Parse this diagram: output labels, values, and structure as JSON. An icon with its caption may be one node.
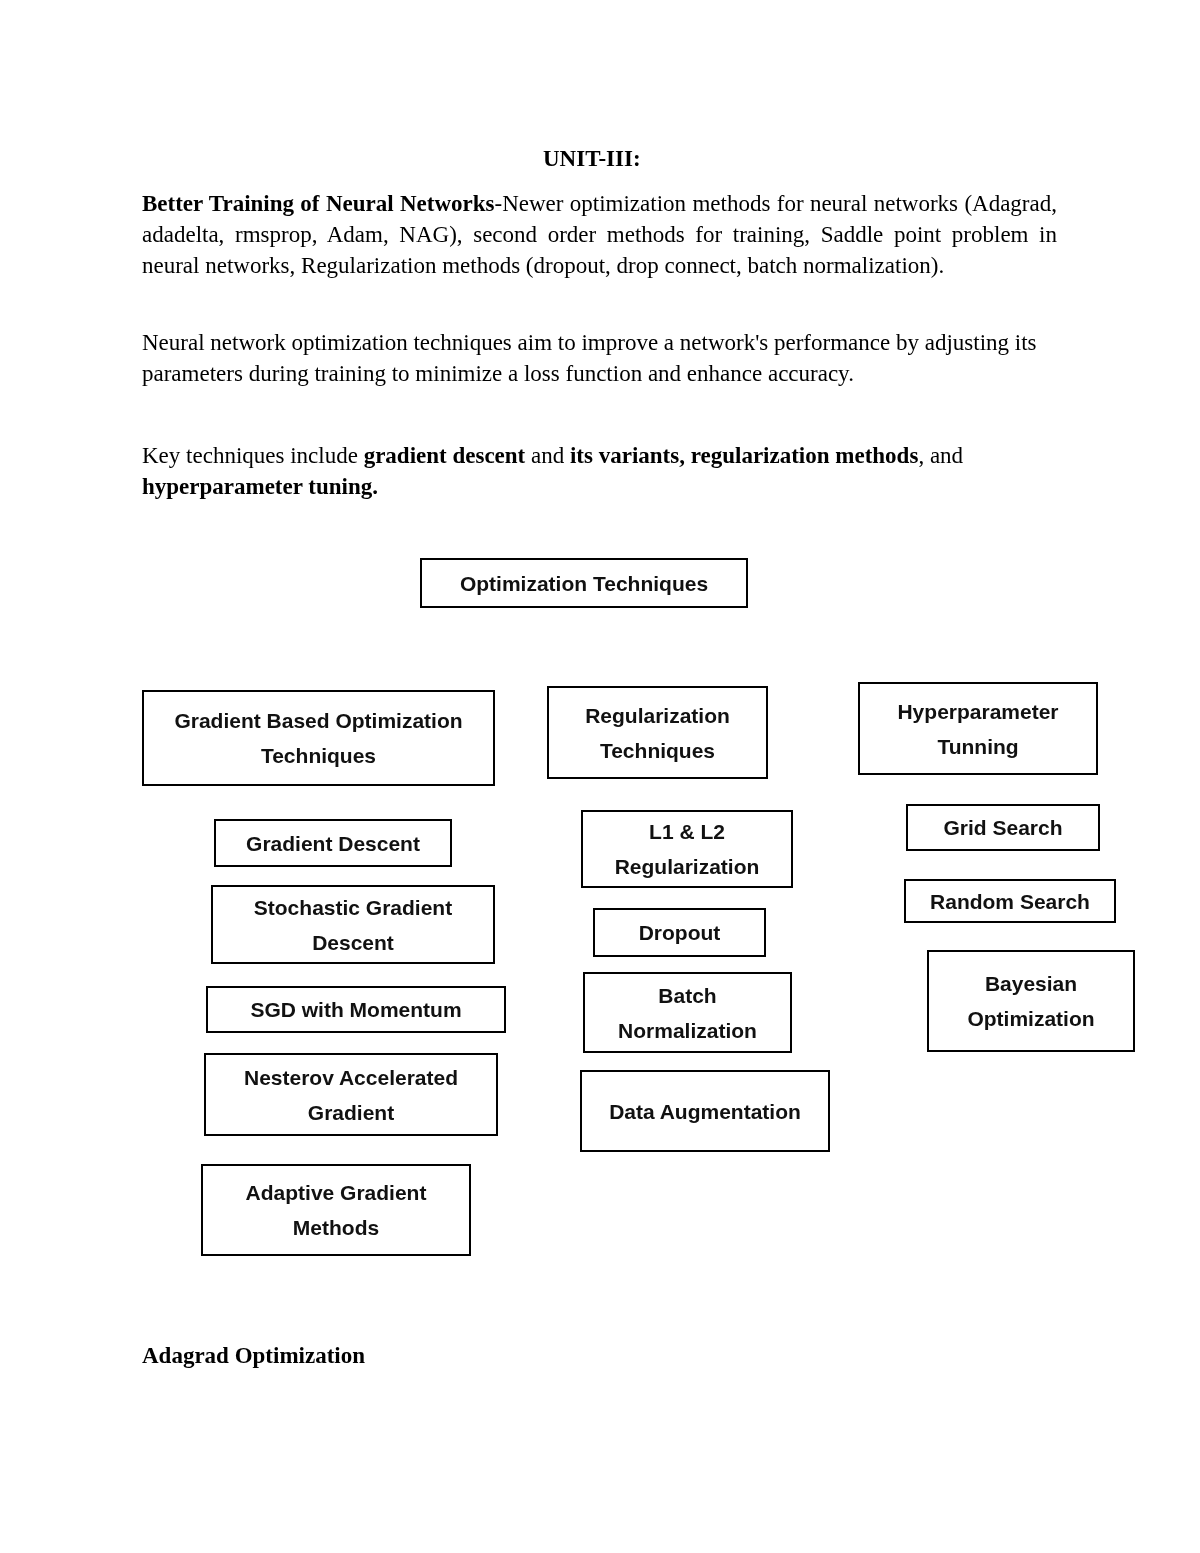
{
  "diagram": {
    "title": "UNIT-III:",
    "nodes": [
      {
        "text": [
          "Optimization Techniques"
        ]
      },
      {
        "text": [
          "Gradient Based Optimization Techniques"
        ]
      },
      {
        "text": [
          "Regularization Techniques"
        ]
      },
      {
        "text": [
          "Hyperparameter Tunning"
        ]
      },
      {
        "text": [
          "Gradient Descent"
        ]
      },
      {
        "text": [
          "Stochastic Gradient Descent"
        ]
      },
      {
        "text": [
          "SGD with Momentum"
        ]
      },
      {
        "text": [
          "Nesterov Accelerated Gradient"
        ]
      },
      {
        "text": [
          "Adaptive Gradient Methods"
        ]
      },
      {
        "text": [
          "L1 & L2 Regularization"
        ]
      },
      {
        "text": [
          "Dropout"
        ]
      },
      {
        "text": [
          "Batch Normalization"
        ]
      },
      {
        "text": [
          "Data Augmentation"
        ]
      },
      {
        "text": [
          "Grid Search"
        ]
      },
      {
        "text": [
          "Random Search"
        ]
      },
      {
        "text": [
          "Bayesian Optimization"
        ]
      }
    ],
    "labels": [
      "**Better Training of Neural Networks**-Newer optimization methods for neural networks (Adagrad, adadelta, rmsprop, Adam, NAG), second order methods for training, Saddle point problem in neural networks, Regularization methods (dropout, drop connect, batch normalization).",
      "Neural network optimization techniques aim to improve a network's performance by adjusting its parameters during training to minimize a loss function and enhance accuracy.",
      "Key techniques include **gradient descent** and **its variants, regularization methods**, and **hyperparameter tuning.**",
      "Adagrad Optimization"
    ]
  }
}
